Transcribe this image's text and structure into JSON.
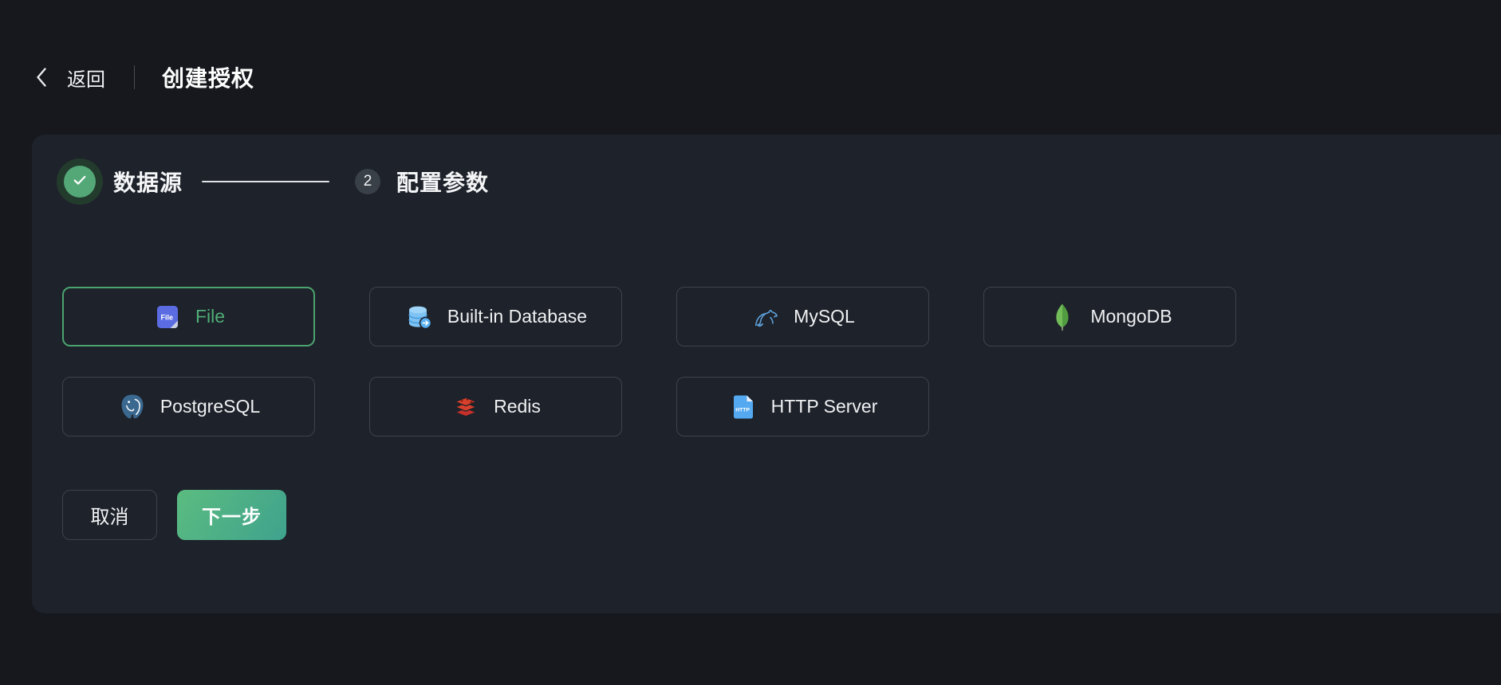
{
  "header": {
    "back_icon": "chevron-left-icon",
    "back_label": "返回",
    "title": "创建授权"
  },
  "steps": [
    {
      "label": "数据源",
      "state": "done",
      "icon": "check-icon"
    },
    {
      "number": "2",
      "label": "配置参数",
      "state": "pending"
    }
  ],
  "datasources": [
    {
      "label": "File",
      "icon": "file-icon",
      "selected": true
    },
    {
      "label": "Built-in Database",
      "icon": "builtin-database-icon",
      "selected": false
    },
    {
      "label": "MySQL",
      "icon": "mysql-icon",
      "selected": false
    },
    {
      "label": "MongoDB",
      "icon": "mongodb-icon",
      "selected": false
    },
    {
      "label": "PostgreSQL",
      "icon": "postgresql-icon",
      "selected": false
    },
    {
      "label": "Redis",
      "icon": "redis-icon",
      "selected": false
    },
    {
      "label": "HTTP Server",
      "icon": "http-server-icon",
      "selected": false
    }
  ],
  "footer": {
    "cancel_label": "取消",
    "next_label": "下一步"
  },
  "colors": {
    "background": "#16181d",
    "card_background": "#1e222a",
    "accent_green": "#4ba36f",
    "selected_text": "#4fae77",
    "step_done_green": "#54a878",
    "step_done_halo": "#233b2d",
    "next_gradient_start": "#5bbc80",
    "next_gradient_end": "#3fa28d",
    "button_border": "#3d434d"
  }
}
